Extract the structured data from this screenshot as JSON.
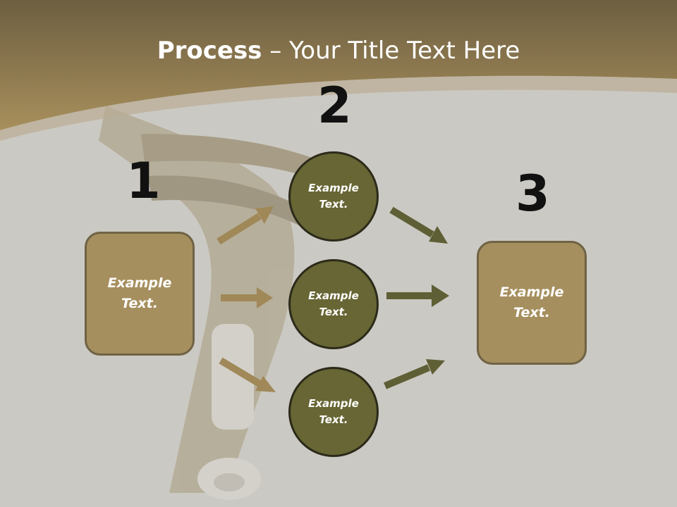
{
  "title": {
    "bold": "Process",
    "rest": " – Your Title Text Here"
  },
  "steps": [
    {
      "number": "1",
      "text": "Example\nText."
    },
    {
      "number": "2",
      "items": [
        "Example\nText.",
        "Example\nText.",
        "Example\nText."
      ]
    },
    {
      "number": "3",
      "text": "Example\nText."
    }
  ],
  "colors": {
    "header": "#7a6a47",
    "box_fill": "#a68f5e",
    "circle_fill": "#676634",
    "arrow_left": "#a08858",
    "arrow_right": "#5f5f35"
  }
}
